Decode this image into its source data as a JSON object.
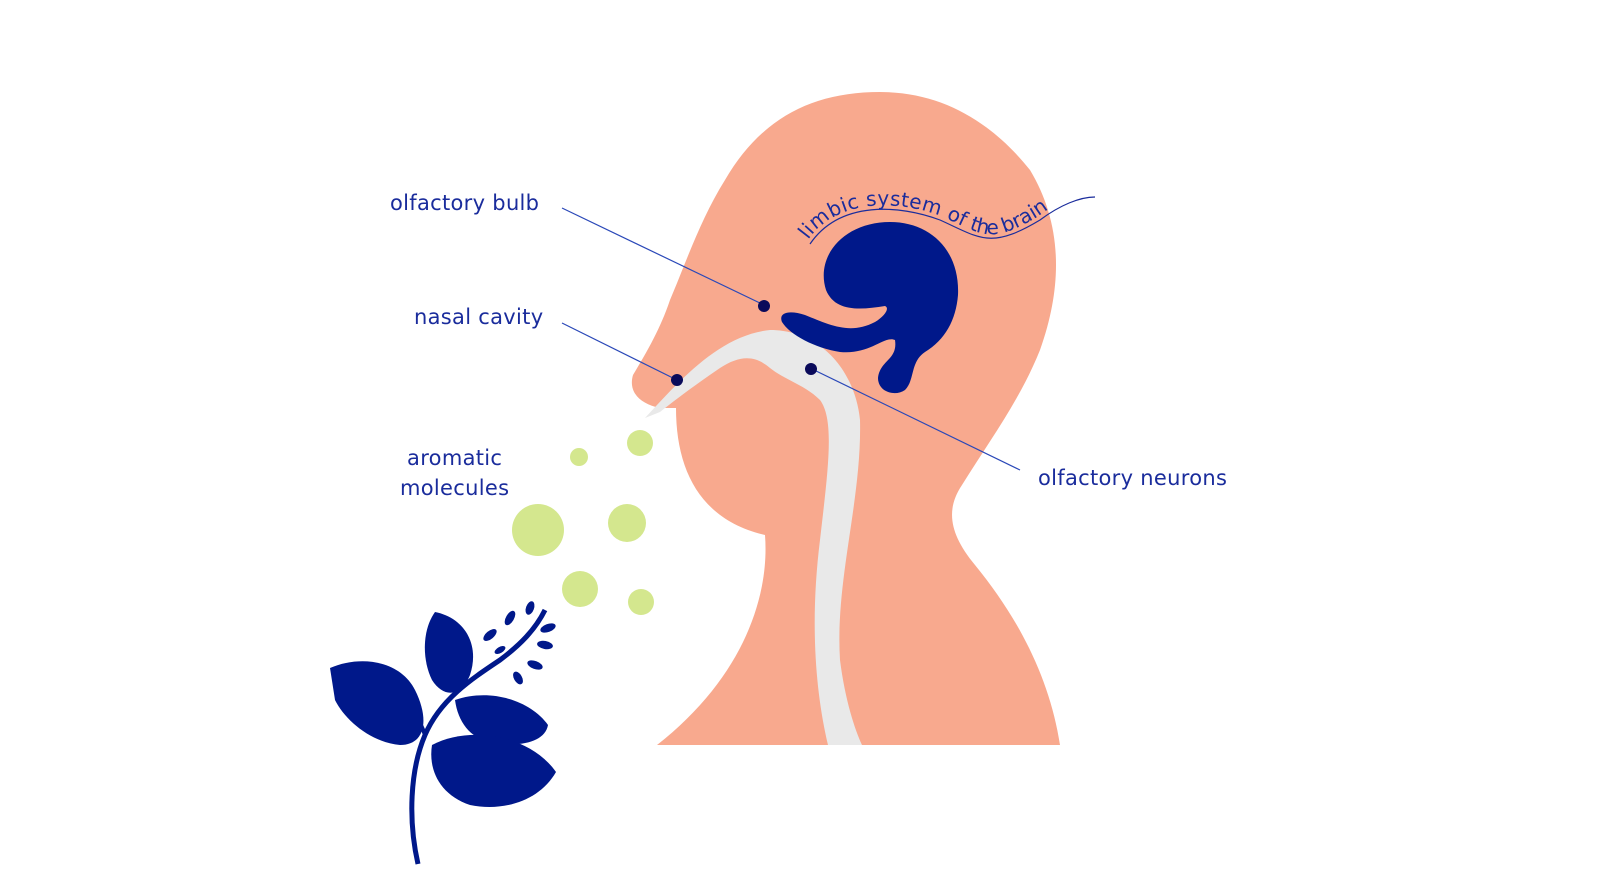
{
  "labels": {
    "olfactory_bulb": "olfactory bulb",
    "nasal_cavity": "nasal cavity",
    "olfactory_neurons": "olfactory neurons",
    "aromatic_line1": "aromatic",
    "aromatic_line2": "molecules",
    "limbic_system": "limbic system of the brain"
  },
  "colors": {
    "skin": "#f8a98e",
    "brain": "#00188a",
    "passage": "#e9e9e9",
    "molecule": "#d4e78e",
    "text": "#1a2c9c",
    "dot": "#0a0a5a"
  }
}
